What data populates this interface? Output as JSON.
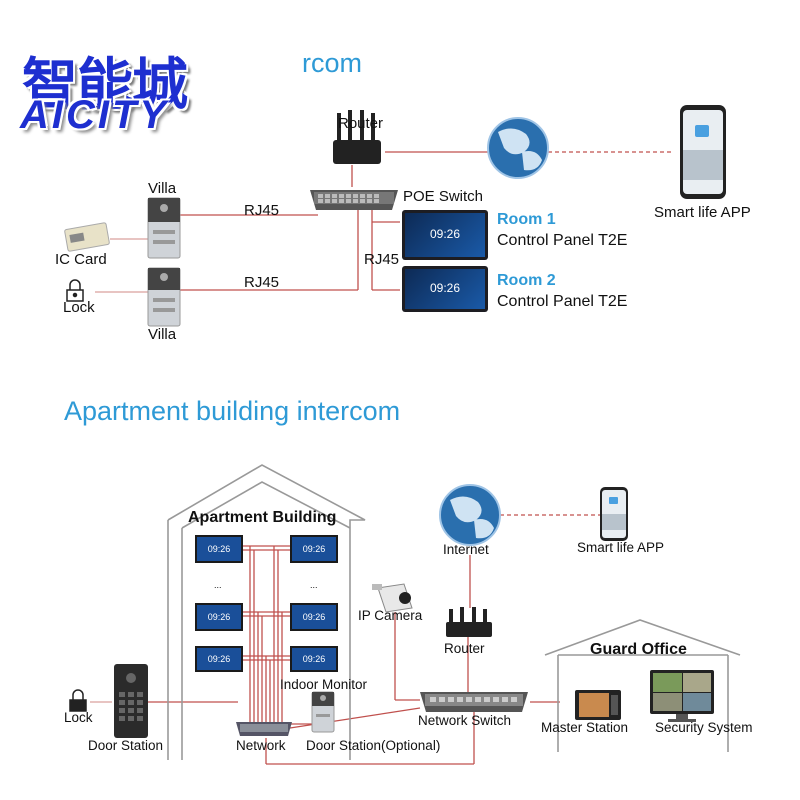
{
  "logo": {
    "cn": "智能城",
    "en": "AICITY"
  },
  "villa_section": {
    "title_fragment": "rcom",
    "router": "Router",
    "poe_switch": "POE Switch",
    "villa_top": "Villa",
    "villa_bottom": "Villa",
    "ic_card": "IC Card",
    "lock": "Lock",
    "rj45_top": "RJ45",
    "rj45_bottom": "RJ45",
    "rj45_vertical": "RJ45",
    "room1_name": "Room 1",
    "room1_device": "Control Panel T2E",
    "room2_name": "Room 2",
    "room2_device": "Control Panel T2E",
    "smart_app": "Smart life APP",
    "panel_time": "09:26"
  },
  "apartment_section": {
    "title": "Apartment building intercom",
    "building": "Apartment Building",
    "indoor_monitor": "Indoor Monitor",
    "ellipsis": "...",
    "lock": "Lock",
    "door_station": "Door Station",
    "network": "Network",
    "door_station_optional": "Door Station(Optional)",
    "ip_camera": "IP Camera",
    "internet": "Internet",
    "smart_app": "Smart life APP",
    "router": "Router",
    "network_switch": "Network Switch",
    "guard_office": "Guard Office",
    "master_station": "Master Station",
    "security_system": "Security System",
    "monitor_time": "09:26"
  },
  "colors": {
    "line": "#c0504d",
    "accent": "#2e9ad6",
    "logo": "#1e2fd0"
  }
}
